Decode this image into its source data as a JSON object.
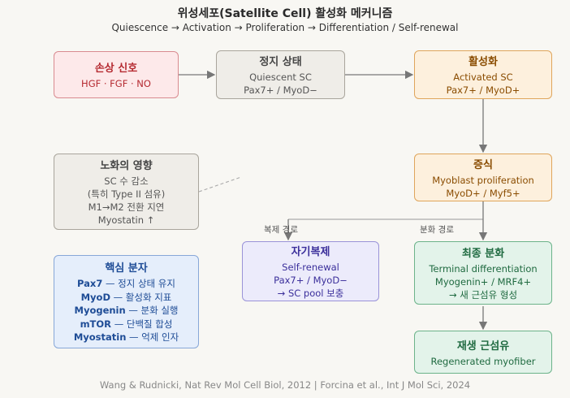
{
  "title": "위성세포(Satellite Cell) 활성화 메커니즘",
  "subtitle": "Quiescence → Activation → Proliferation → Differentiation / Self-renewal",
  "boxes": {
    "damage": {
      "heading": "손상 신호",
      "line1": "HGF · FGF · NO"
    },
    "quiescent": {
      "heading": "정지 상태",
      "line1": "Quiescent SC",
      "line2": "Pax7+ / MyoD−"
    },
    "activated": {
      "heading": "활성화",
      "line1": "Activated SC",
      "line2": "Pax7+ / MyoD+"
    },
    "proliferation": {
      "heading": "증식",
      "line1": "Myoblast proliferation",
      "line2": "MyoD+ / Myf5+"
    },
    "aging": {
      "heading": "노화의 영향",
      "line1": "SC 수 감소",
      "line2": "(특히 Type II 섬유)",
      "line3": "M1→M2 전환 지연",
      "line4": "Myostatin ↑"
    },
    "selfrenewal": {
      "heading": "자기복제",
      "line1": "Self-renewal",
      "line2": "Pax7+ / MyoD−",
      "line3": "→ SC pool 보충"
    },
    "differentiation": {
      "heading": "최종 분화",
      "line1": "Terminal differentiation",
      "line2": "Myogenin+ / MRF4+",
      "line3": "→ 새 근섬유 형성"
    },
    "regenerated": {
      "heading": "재생 근섬유",
      "line1": "Regenerated myofiber"
    },
    "molecules": {
      "heading": "핵심 분자",
      "items": [
        {
          "key": "Pax7",
          "value": " — 정지 상태 유지"
        },
        {
          "key": "MyoD",
          "value": " — 활성화 지표"
        },
        {
          "key": "Myogenin",
          "value": " — 분화 실행"
        },
        {
          "key": "mTOR",
          "value": " — 단백질 합성"
        },
        {
          "key": "Myostatin",
          "value": " — 억제 인자"
        }
      ]
    }
  },
  "labels": {
    "replication": "복제 경로",
    "differentiation": "분화 경로"
  },
  "footer": "Wang & Rudnicki, Nat Rev Mol Cell Biol, 2012 | Forcina et al., Int J Mol Sci, 2024",
  "colors": {
    "arrow": "#777777",
    "dashed": "#aaaaaa"
  }
}
